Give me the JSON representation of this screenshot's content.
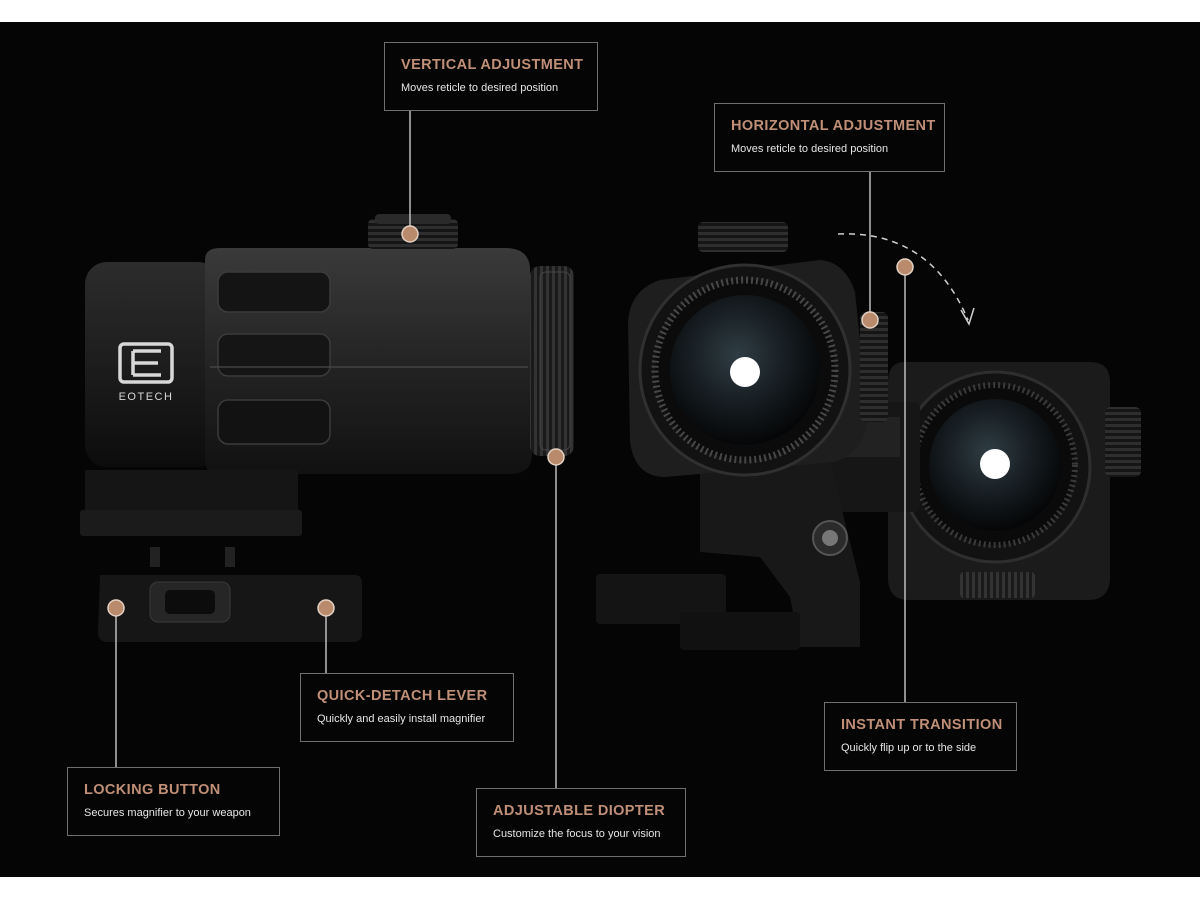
{
  "brand": {
    "logo_text": "EOTECH"
  },
  "callouts": {
    "vertical": {
      "title": "VERTICAL  ADJUSTMENT",
      "desc": "Moves reticle to desired position"
    },
    "horizontal": {
      "title": "HORIZONTAL ADJUSTMENT",
      "desc": "Moves reticle to desired position"
    },
    "quick_detach": {
      "title": "QUICK-DETACH LEVER",
      "desc": "Quickly and easily install magnifier"
    },
    "instant": {
      "title": "INSTANT TRANSITION",
      "desc": "Quickly flip up or to the side"
    },
    "locking": {
      "title": "LOCKING BUTTON",
      "desc": "Secures magnifier to your weapon"
    },
    "diopter": {
      "title": "ADJUSTABLE DIOPTER",
      "desc": "Customize the focus to your vision"
    }
  },
  "colors": {
    "accent": "#c08f77",
    "marker": "#b98a6c",
    "background": "#050505",
    "frame": "#6f6f6f"
  }
}
